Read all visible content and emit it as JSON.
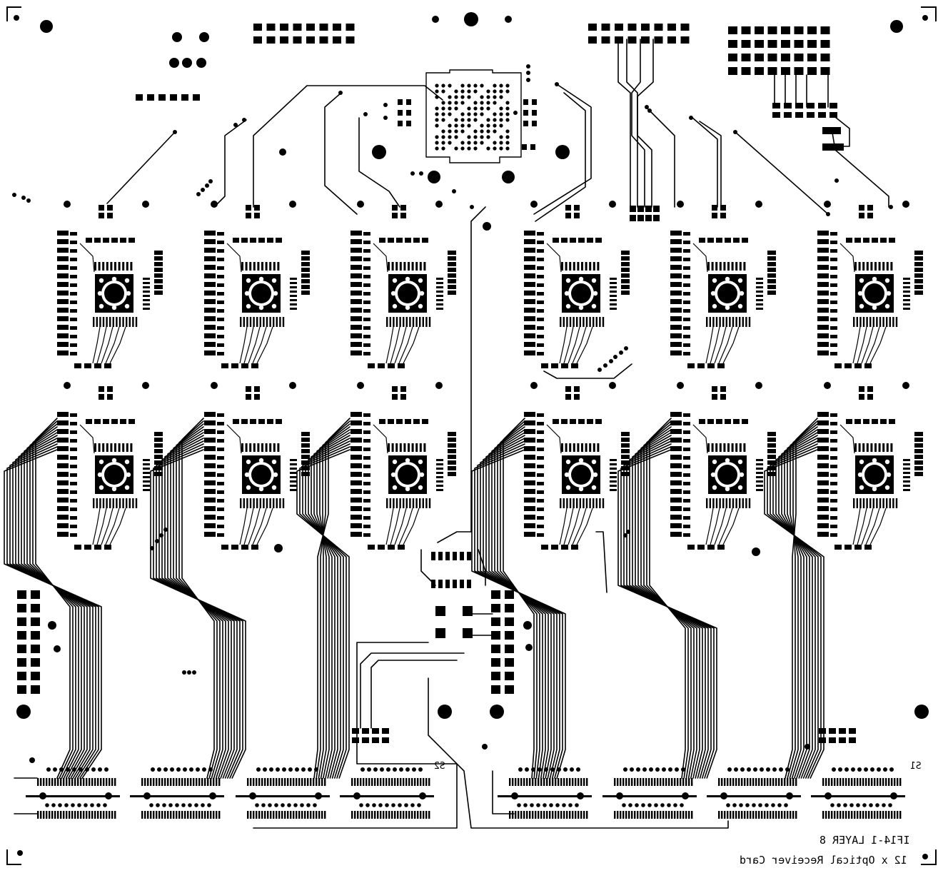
{
  "board": {
    "title_line1": "IF14-1  LAYER 8",
    "title_line2": "12 x Optical Receiver Card",
    "connector_label_left": "S2",
    "connector_label_right": "S1"
  },
  "colors": {
    "copper": "#000000",
    "background": "#ffffff"
  },
  "layout": {
    "receiver_rows": 2,
    "receiver_cols": 6,
    "receiver_total": 12,
    "edge_connectors": 8
  }
}
